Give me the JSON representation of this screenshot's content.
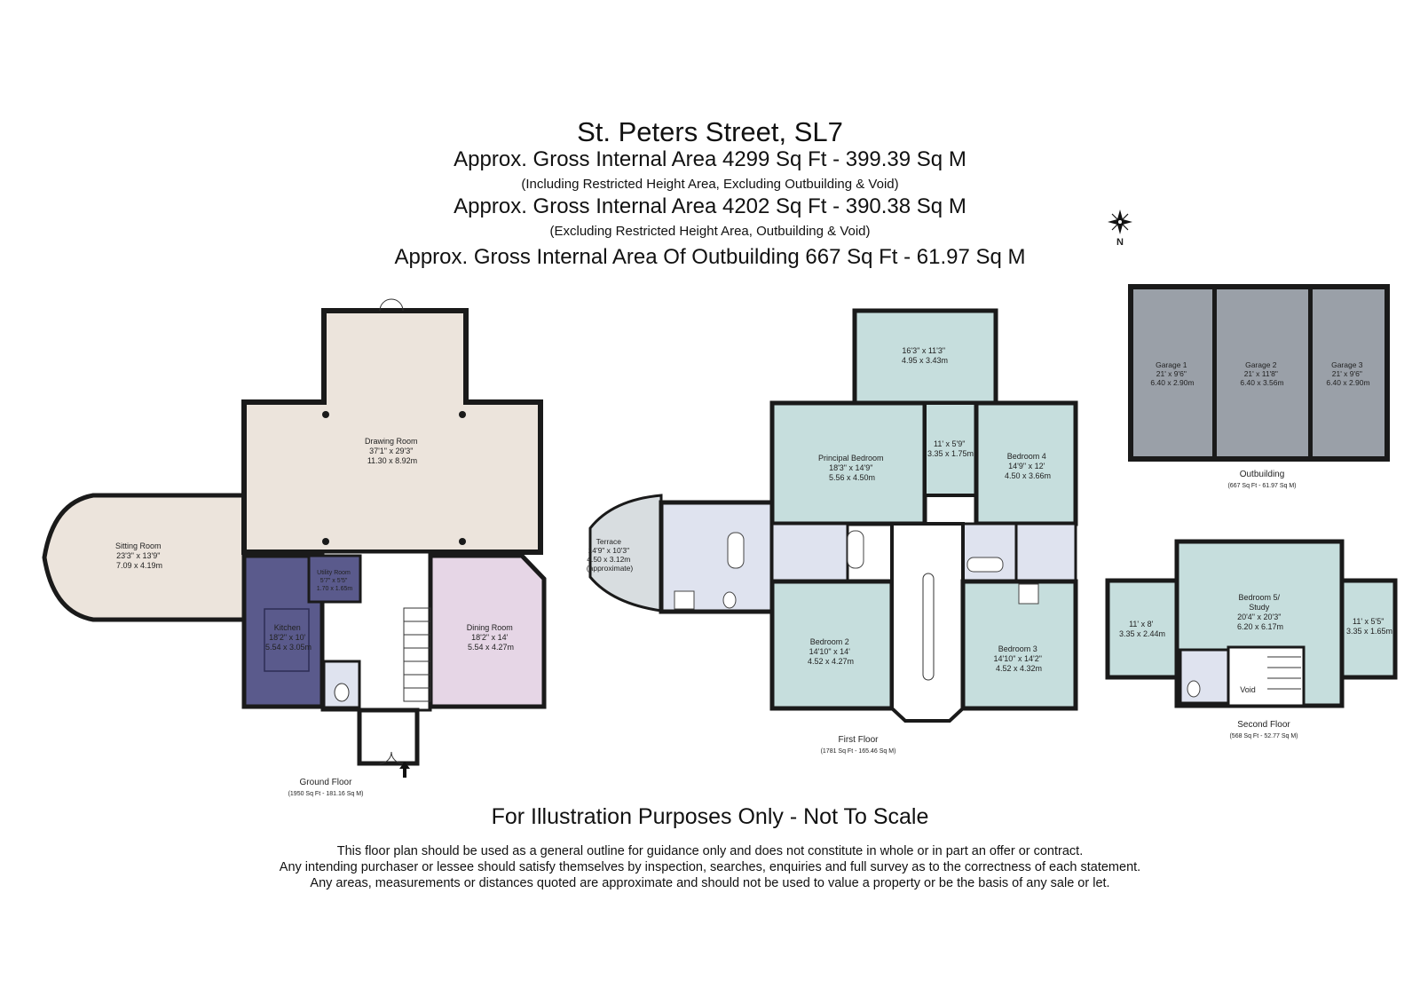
{
  "header": {
    "title": "St. Peters Street, SL7",
    "area_1": "Approx. Gross Internal Area   4299 Sq Ft  -  399.39 Sq M",
    "note_1": "(Including Restricted Height Area, Excluding Outbuilding & Void)",
    "area_2": "Approx. Gross Internal Area   4202 Sq Ft  -  390.38 Sq M",
    "note_2": "(Excluding Restricted Height Area, Outbuilding & Void)",
    "area_3": "Approx. Gross Internal Area Of Outbuilding   667 Sq Ft  -  61.97 Sq M"
  },
  "compass": {
    "label": "N"
  },
  "ground_floor": {
    "caption": "Ground Floor",
    "area": "(1950 Sq Ft  -  181.16 Sq M)",
    "rooms": {
      "drawing_room": {
        "name": "Drawing Room",
        "imperial": "37'1\" x 29'3\"",
        "metric": "11.30 x 8.92m"
      },
      "sitting_room": {
        "name": "Sitting Room",
        "imperial": "23'3\" x 13'9\"",
        "metric": "7.09 x 4.19m"
      },
      "utility_room": {
        "name": "Utility Room",
        "imperial": "5'7\" x 5'5\"",
        "metric": "1.70 x 1.65m"
      },
      "kitchen": {
        "name": "Kitchen",
        "imperial": "18'2\" x 10'",
        "metric": "5.54 x 3.05m"
      },
      "dining_room": {
        "name": "Dining Room",
        "imperial": "18'2\" x 14'",
        "metric": "5.54 x 4.27m"
      }
    }
  },
  "first_floor": {
    "caption": "First Floor",
    "area": "(1781 Sq Ft  -  165.46 Sq M)",
    "rooms": {
      "top_room": {
        "imperial": "16'3\" x 11'3\"",
        "metric": "4.95 x 3.43m"
      },
      "principal_bedroom": {
        "name": "Principal Bedroom",
        "imperial": "18'3\" x 14'9\"",
        "metric": "5.56 x 4.50m"
      },
      "dressing": {
        "imperial": "11' x 5'9\"",
        "metric": "3.35 x 1.75m"
      },
      "bedroom_4": {
        "name": "Bedroom 4",
        "imperial": "14'9\" x 12'",
        "metric": "4.50 x 3.66m"
      },
      "terrace": {
        "name": "Terrace",
        "imperial": "14'9\" x 10'3\"",
        "metric": "4.50 x 3.12m",
        "note": "(approximate)"
      },
      "bedroom_2": {
        "name": "Bedroom 2",
        "imperial": "14'10\" x 14'",
        "metric": "4.52 x 4.27m"
      },
      "bedroom_3": {
        "name": "Bedroom 3",
        "imperial": "14'10\" x 14'2\"",
        "metric": "4.52 x 4.32m"
      }
    }
  },
  "outbuilding": {
    "caption": "Outbuilding",
    "area": "(667 Sq Ft  -  61.97 Sq M)",
    "garages": [
      {
        "name": "Garage 1",
        "imperial": "21' x 9'6\"",
        "metric": "6.40 x 2.90m"
      },
      {
        "name": "Garage 2",
        "imperial": "21' x 11'8\"",
        "metric": "6.40 x 3.56m"
      },
      {
        "name": "Garage 3",
        "imperial": "21' x 9'6\"",
        "metric": "6.40 x 2.90m"
      }
    ]
  },
  "second_floor": {
    "caption": "Second Floor",
    "area": "(568 Sq Ft  -  52.77 Sq M)",
    "rooms": {
      "bedroom_5": {
        "name_1": "Bedroom 5/",
        "name_2": "Study",
        "imperial": "20'4\" x 20'3\"",
        "metric": "6.20 x 6.17m"
      },
      "left_room": {
        "imperial": "11' x 8'",
        "metric": "3.35 x 2.44m"
      },
      "right_room": {
        "imperial": "11' x 5'5\"",
        "metric": "3.35 x 1.65m"
      },
      "void": {
        "name": "Void"
      }
    }
  },
  "footer": {
    "headline": "For Illustration Purposes Only - Not To Scale",
    "line_1": "This floor plan should be used as a general outline for guidance only and does not constitute in whole or in part an offer or contract.",
    "line_2": "Any intending purchaser or lessee should satisfy themselves by inspection, searches, enquiries and full survey as to the correctness of each statement.",
    "line_3": "Any areas, measurements or distances quoted are approximate and should not be used to value a property or be the basis of any sale or let."
  },
  "colors": {
    "wall": "#1a1a1a",
    "drawing_room": "#ece4dc",
    "kitchen": "#5a5a8c",
    "dining_room": "#e6d6e6",
    "bedrooms": "#c6dedd",
    "bathrooms": "#dfe3ef",
    "terrace": "#d8dde0",
    "hall": "#ffffff",
    "garage": "#9aa0a8"
  }
}
